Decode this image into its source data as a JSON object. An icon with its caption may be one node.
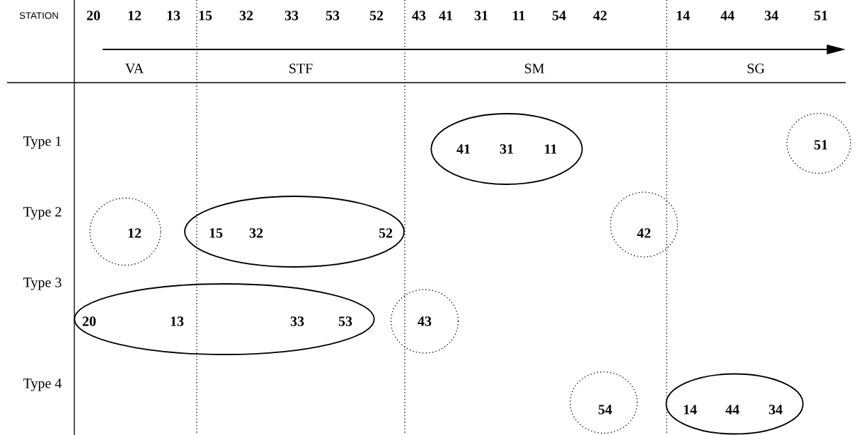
{
  "diagram": {
    "nodes": [
      {
        "text": [
          "41",
          "31",
          "11"
        ]
      },
      {
        "text": [
          "51"
        ]
      },
      {
        "text": [
          "12"
        ]
      },
      {
        "text": [
          "15",
          "32",
          "52"
        ]
      },
      {
        "text": [
          "42"
        ]
      },
      {
        "text": [
          "20",
          "13",
          "33",
          "53"
        ]
      },
      {
        "text": [
          "43"
        ]
      },
      {
        "text": [
          "54"
        ]
      },
      {
        "text": [
          "14",
          "44",
          "34"
        ]
      }
    ],
    "labels": [
      "STATION",
      "20",
      "12",
      "13",
      "15",
      "32",
      "33",
      "53",
      "52",
      "43",
      "41",
      "31",
      "11",
      "54",
      "42",
      "14",
      "44",
      "34",
      "51",
      "VA",
      "STF",
      "SM",
      "SG",
      "Type 1",
      "Type 2",
      "Type 3",
      "Type 4"
    ]
  }
}
